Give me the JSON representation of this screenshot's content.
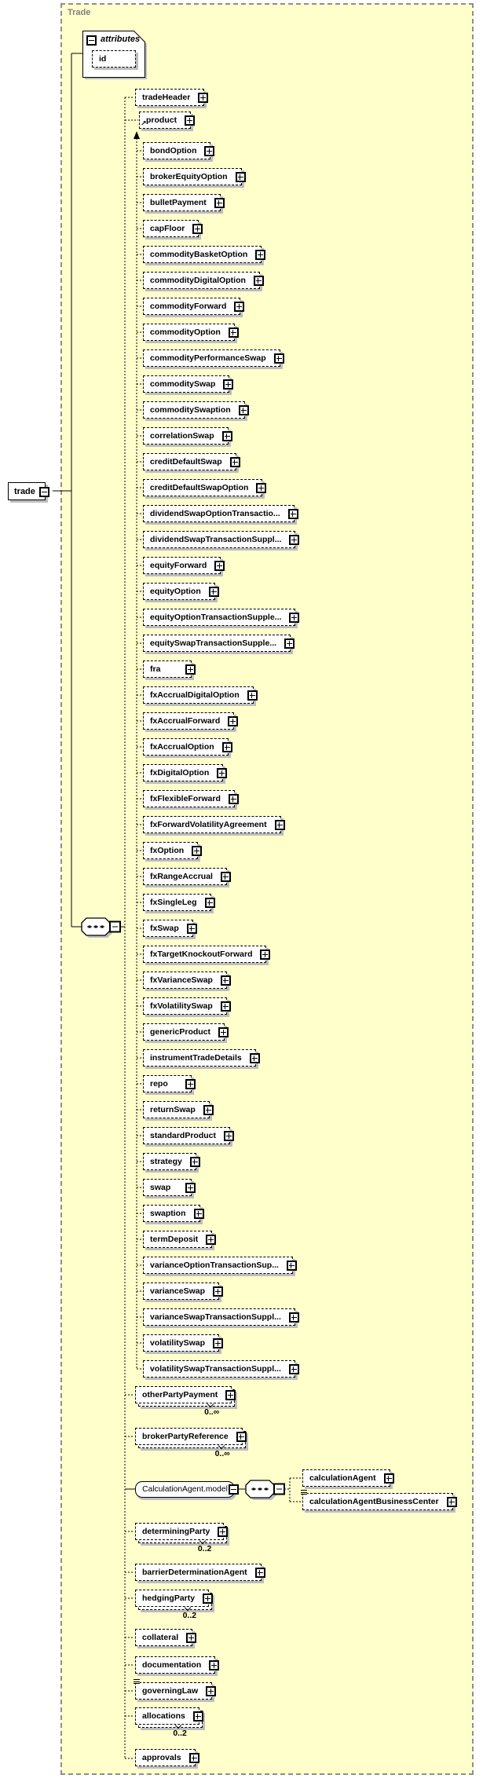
{
  "diagram": {
    "container_label": "Trade",
    "root": {
      "label": "trade"
    },
    "attributes": {
      "label": "attributes",
      "items": [
        {
          "label": "id"
        }
      ]
    },
    "children_top": [
      {
        "label": "tradeHeader"
      },
      {
        "label": "product",
        "substitution_head": true
      }
    ],
    "substitution_children": [
      {
        "label": "bondOption"
      },
      {
        "label": "brokerEquityOption"
      },
      {
        "label": "bulletPayment"
      },
      {
        "label": "capFloor"
      },
      {
        "label": "commodityBasketOption"
      },
      {
        "label": "commodityDigitalOption"
      },
      {
        "label": "commodityForward"
      },
      {
        "label": "commodityOption"
      },
      {
        "label": "commodityPerformanceSwap"
      },
      {
        "label": "commoditySwap"
      },
      {
        "label": "commoditySwaption"
      },
      {
        "label": "correlationSwap"
      },
      {
        "label": "creditDefaultSwap"
      },
      {
        "label": "creditDefaultSwapOption"
      },
      {
        "label": "dividendSwapOptionTransactio..."
      },
      {
        "label": "dividendSwapTransactionSuppl..."
      },
      {
        "label": "equityForward"
      },
      {
        "label": "equityOption"
      },
      {
        "label": "equityOptionTransactionSupple..."
      },
      {
        "label": "equitySwapTransactionSupple..."
      },
      {
        "label": "fra"
      },
      {
        "label": "fxAccrualDigitalOption"
      },
      {
        "label": "fxAccrualForward"
      },
      {
        "label": "fxAccrualOption"
      },
      {
        "label": "fxDigitalOption"
      },
      {
        "label": "fxFlexibleForward"
      },
      {
        "label": "fxForwardVolatilityAgreement"
      },
      {
        "label": "fxOption"
      },
      {
        "label": "fxRangeAccrual"
      },
      {
        "label": "fxSingleLeg"
      },
      {
        "label": "fxSwap"
      },
      {
        "label": "fxTargetKnockoutForward"
      },
      {
        "label": "fxVarianceSwap"
      },
      {
        "label": "fxVolatilitySwap"
      },
      {
        "label": "genericProduct"
      },
      {
        "label": "instrumentTradeDetails"
      },
      {
        "label": "repo"
      },
      {
        "label": "returnSwap"
      },
      {
        "label": "standardProduct"
      },
      {
        "label": "strategy"
      },
      {
        "label": "swap"
      },
      {
        "label": "swaption"
      },
      {
        "label": "termDeposit"
      },
      {
        "label": "varianceOptionTransactionSup..."
      },
      {
        "label": "varianceSwap"
      },
      {
        "label": "varianceSwapTransactionSuppl..."
      },
      {
        "label": "volatilitySwap"
      },
      {
        "label": "volatilitySwapTransactionSuppl..."
      }
    ],
    "children_bottom": [
      {
        "label": "otherPartyPayment",
        "occurs": "0..∞"
      },
      {
        "label": "brokerPartyReference",
        "occurs": "0..∞"
      },
      {
        "label": "CalculationAgent.model",
        "kind": "model-group"
      },
      {
        "label": "determiningParty",
        "occurs": "0..2"
      },
      {
        "label": "barrierDeterminationAgent"
      },
      {
        "label": "hedgingParty",
        "occurs": "0..2"
      },
      {
        "label": "collateral"
      },
      {
        "label": "documentation"
      },
      {
        "label": "governingLaw",
        "list_icon": true
      },
      {
        "label": "allocations",
        "occurs": "0..2"
      },
      {
        "label": "approvals"
      }
    ],
    "calculation_agent_children": [
      {
        "label": "calculationAgent"
      },
      {
        "label": "calculationAgentBusinessCenter",
        "list_icon": true
      }
    ],
    "icons": {
      "expand-icon": "+",
      "collapse-icon": "−",
      "sequence-icon": "octagon-with-dots",
      "list-icon": "≡",
      "substitution-arrow-icon": "↗"
    },
    "colors": {
      "container_fill": "#ffffcc",
      "container_border": "#8e8e8e",
      "box_fill": "#ffffff",
      "box_border": "#000000",
      "shadow": "#bdbdbd",
      "container_label_gray": "#808080"
    }
  }
}
